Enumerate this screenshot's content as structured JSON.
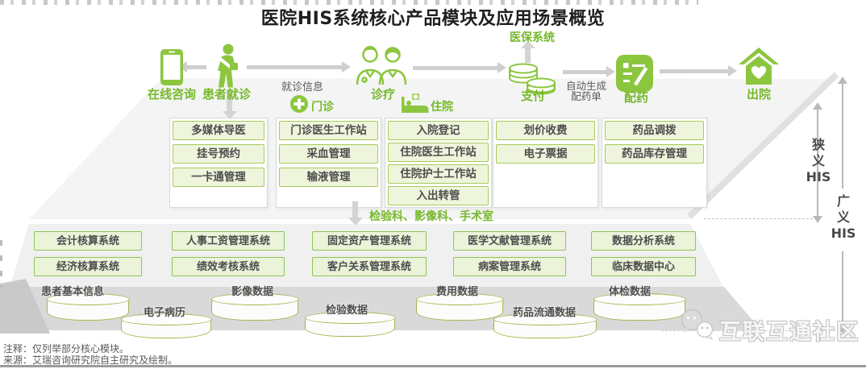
{
  "title": "医院HIS系统核心产品模块及应用场景概览",
  "flow": {
    "nodes": [
      {
        "label": "在线咨询",
        "icon": "phone-icon"
      },
      {
        "label": "患者就诊",
        "icon": "patient-icon"
      },
      {
        "label": "诊疗",
        "icon": "doctors-icon"
      },
      {
        "label": "支付",
        "icon": "coins-icon"
      },
      {
        "label": "配药",
        "icon": "prescription-icon"
      },
      {
        "label": "出院",
        "icon": "house-icon"
      }
    ],
    "visit_info_label": "就诊信息",
    "insurance_label": "医保系统",
    "auto_label_line1": "自动生成",
    "auto_label_line2": "配药单"
  },
  "upper": {
    "outpatient_tag": "门诊",
    "inpatient_tag": "住院",
    "groups": [
      {
        "items": [
          "多媒体导医",
          "挂号预约",
          "一卡通管理"
        ]
      },
      {
        "items": [
          "门诊医生工作站",
          "采血管理",
          "输液管理"
        ]
      },
      {
        "items": [
          "入院登记",
          "住院医生工作站",
          "住院护士工作站",
          "入出转管"
        ]
      },
      {
        "items": [
          "划价收费",
          "电子票据"
        ]
      },
      {
        "items": [
          "药品调拨",
          "药品库存管理"
        ]
      }
    ],
    "departments": "检验科、影像科、手术室"
  },
  "systems": {
    "row1": [
      "会计核算系统",
      "人事工资管理系统",
      "固定资产管理系统",
      "医学文献管理系统",
      "数据分析系统"
    ],
    "row2": [
      "经济核算系统",
      "绩效考核系统",
      "客户关系管理系统",
      "病案管理系统",
      "临床数据中心"
    ]
  },
  "databases": [
    "患者基本信息",
    "电子病历",
    "影像数据",
    "检验数据",
    "费用数据",
    "药品流通数据",
    "体检数据"
  ],
  "scope": {
    "narrow_lines": [
      "狭",
      "义",
      "HIS"
    ],
    "broad_lines": [
      "广",
      "义",
      "HIS"
    ]
  },
  "watermark": "互联互通社区",
  "footer": {
    "note": "注释：仅列举部分核心模块。",
    "source": "来源：艾瑞咨询研究院自主研究及绘制。"
  },
  "colors": {
    "green": "#8CC63F",
    "green_text": "#76B82A",
    "module_fill": "#EFF5DC",
    "module_border": "#A6CB5C",
    "system_fill": "#EBF3D9",
    "system_border": "#8FC455",
    "arrow_gray": "#CFCFCF",
    "text_dark": "#4D4D4D"
  }
}
